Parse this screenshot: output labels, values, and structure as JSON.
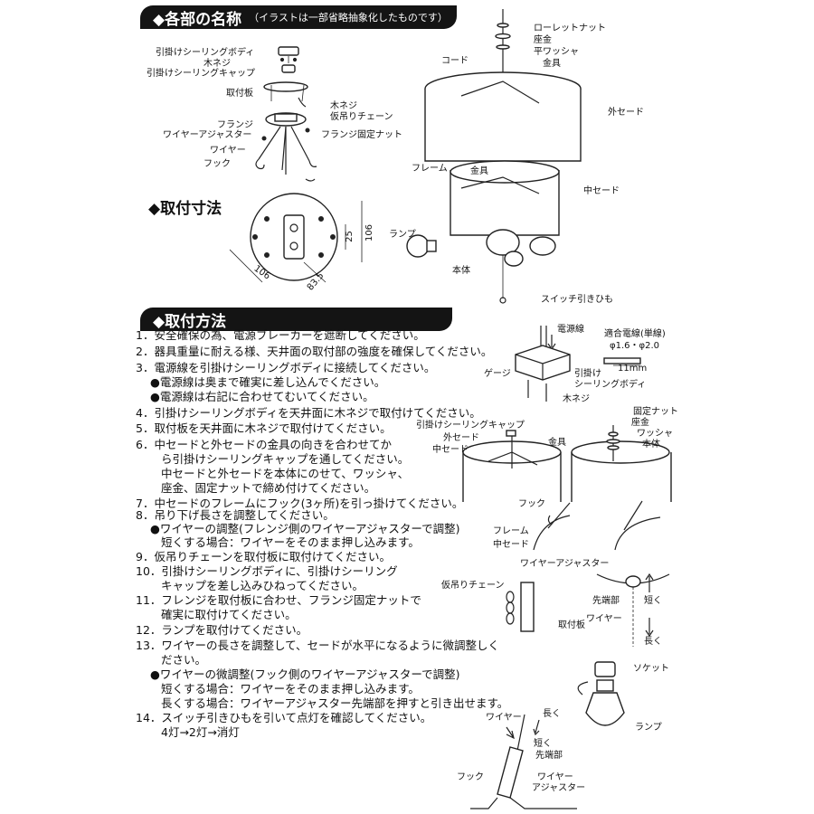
{
  "header_parts": {
    "title": "◆各部の名称",
    "subtitle": "（イラストは一部省略抽象化したものです）"
  },
  "parts_left": {
    "ceiling_body": "引掛けシーリングボディ",
    "wood_screw_1": "木ネジ",
    "ceiling_cap": "引掛けシーリングキャップ",
    "mount_plate": "取付板",
    "wood_screw_2": "木ネジ",
    "temp_chain": "仮吊りチェーン",
    "flange": "フランジ",
    "flange_nut": "フランジ固定ナット",
    "wire_adjuster": "ワイヤーアジャスター",
    "wire": "ワイヤー",
    "hook": "フック"
  },
  "parts_right": {
    "knurled_nut": "ローレットナット",
    "washer_plate": "座金",
    "flat_washer": "平ワッシャ",
    "cord": "コード",
    "bracket_top": "金具",
    "outer_shade": "外セード",
    "frame": "フレーム",
    "bracket_mid": "金具",
    "middle_shade": "中セード",
    "lamp": "ランプ",
    "body": "本体",
    "switch_cord": "スイッチ引きひも"
  },
  "mount_dims": {
    "title": "◆取付寸法",
    "d1": "106",
    "d2": "106",
    "d3": "83.5",
    "d4": "25"
  },
  "header_install": {
    "title": "◆取付方法"
  },
  "steps": [
    "1．安全確保の為、電源ブレーカーを遮断してください。",
    "2．器具重量に耐える様、天井面の取付部の強度を確保してください。",
    "3．電源線を引掛けシーリングボディに接続してください。",
    "4．引掛けシーリングボディを天井面に木ネジで取付けてください。",
    "5．取付板を天井面に木ネジで取付けてください。",
    "6．中セードと外セードの金具の向きを合わせてか",
    "7．中セードのフレームにフック(3ヶ所)を引っ掛けてください。",
    "8．吊り下げ長さを調整してください。",
    "9．仮吊りチェーンを取付板に取付けてください。",
    "10．引掛けシーリングボディに、引掛けシーリング",
    "11．フレンジを取付板に合わせ、フランジ固定ナットで",
    "12．ランプを取付けてください。",
    "13．ワイヤーの長さを調整して、セードが水平になるように微調整しく",
    "14．スイッチ引きひもを引いて点灯を確認してください。"
  ],
  "step3_notes": [
    "●電源線は奥まで確実に差し込んでください。",
    "●電源線は右記に合わせてむいてください。"
  ],
  "step6_cont": [
    "ら引掛けシーリングキャップを通してください。",
    "中セードと外セードを本体にのせて、ワッシャ、",
    "座金、固定ナットで締め付けてください。"
  ],
  "step8_notes": [
    "●ワイヤーの調整(フレンジ側のワイヤーアジャスターで調整)",
    "短くする場合：ワイヤーをそのまま押し込みます。"
  ],
  "step10_cont": "キャップを差し込みひねってください。",
  "step11_cont": "確実に取付けてください。",
  "step13_cont": "ださい。",
  "step13_notes": [
    "●ワイヤーの微調整(フック側のワイヤーアジャスターで調整)",
    "短くする場合：ワイヤーをそのまま押し込みます。",
    "長くする場合：ワイヤーアジャスター先端部を押すと引き出せます。"
  ],
  "step14_cont": "4灯→2灯→消灯",
  "fig_wiring": {
    "power_line": "電源線",
    "wire_spec": "適合電線(単線)",
    "wire_dia": "φ1.6・φ2.0",
    "gauge": "ゲージ",
    "strip_len": "11mm",
    "ceiling_body": "引掛け",
    "ceiling_body2": "シーリングボディ",
    "wood_screw": "木ネジ"
  },
  "fig_shades": {
    "cap": "引掛けシーリングキャップ",
    "outer": "外セード",
    "middle": "中セード",
    "bracket": "金具",
    "fixing_nut": "固定ナット",
    "washer_plate": "座金",
    "washer": "ワッシャ",
    "body": "本体"
  },
  "fig_hook": {
    "hook": "フック",
    "frame": "フレーム",
    "middle": "中セード"
  },
  "fig_adjust": {
    "adjuster": "ワイヤーアジャスター",
    "tip": "先端部",
    "wire": "ワイヤー",
    "short": "短く",
    "long": "長く"
  },
  "fig_chain": {
    "chain": "仮吊りチェーン",
    "plate": "取付板"
  },
  "fig_lamp": {
    "socket": "ソケット",
    "lamp": "ランプ"
  },
  "fig_fine": {
    "wire": "ワイヤー",
    "long": "長く",
    "short": "短く",
    "tip": "先端部",
    "hook": "フック",
    "adjuster1": "ワイヤー",
    "adjuster2": "アジャスター"
  }
}
